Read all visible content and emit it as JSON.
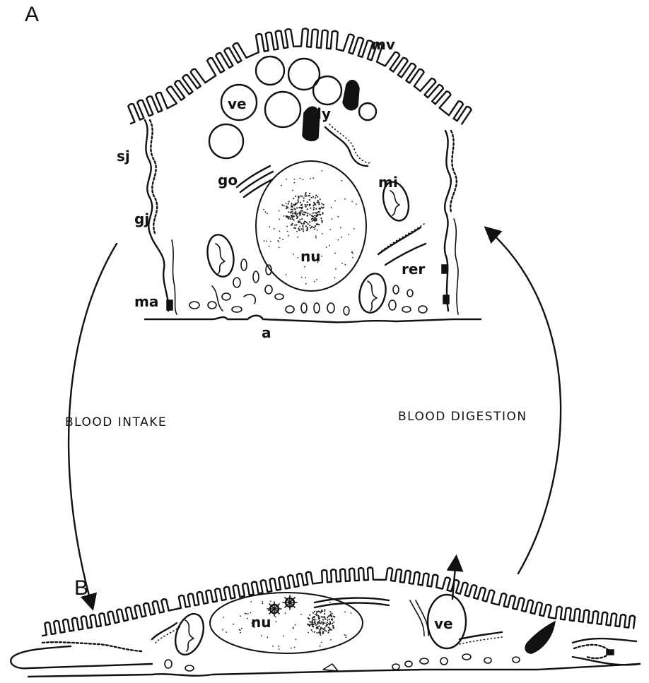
{
  "panels": {
    "a_letter": "A",
    "b_letter": "B"
  },
  "labels_a": {
    "mv": "mv",
    "ve": "ve",
    "ly": "ly",
    "sj": "sj",
    "go": "go",
    "mi": "mi",
    "gj": "gj",
    "nu": "nu",
    "rer": "rer",
    "ma": "ma",
    "a": "a"
  },
  "labels_b": {
    "nu": "nu",
    "ve": "ve"
  },
  "arrows": {
    "intake": "BLOOD INTAKE",
    "digestion": "BLOOD DIGESTION"
  }
}
